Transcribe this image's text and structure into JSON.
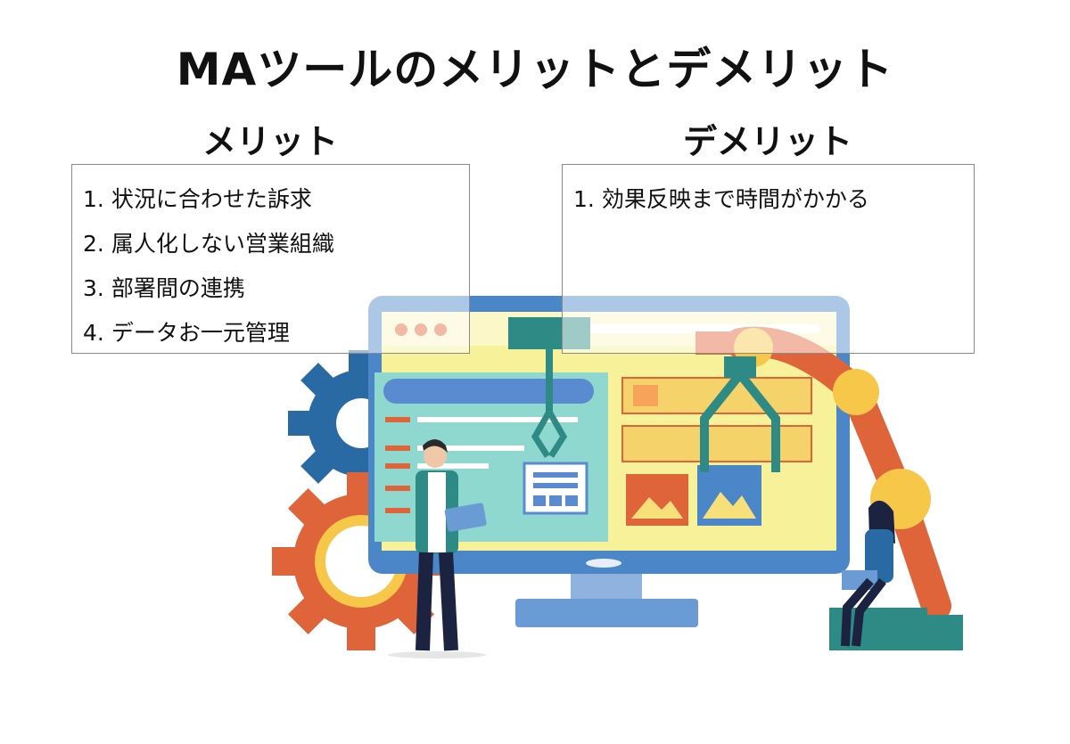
{
  "title": "MAツールのメリットとデメリット",
  "merits": {
    "heading": "メリット",
    "items": [
      {
        "num": "1.",
        "text": "状況に合わせた訴求"
      },
      {
        "num": "2.",
        "text": "属人化しない営業組織"
      },
      {
        "num": "3.",
        "text": "部署間の連携"
      },
      {
        "num": "4.",
        "text": "データお一元管理"
      }
    ]
  },
  "demerits": {
    "heading": "デメリット",
    "items": [
      {
        "num": "1.",
        "text": "効果反映まで時間がかかる"
      }
    ]
  },
  "colors": {
    "monitor_frame": "#4b86c9",
    "screen_bg": "#f7f29a",
    "teal": "#2e8a85",
    "orange": "#e06a3a",
    "gear_blue": "#2a6aa4",
    "gear_orange": "#e0643a"
  }
}
